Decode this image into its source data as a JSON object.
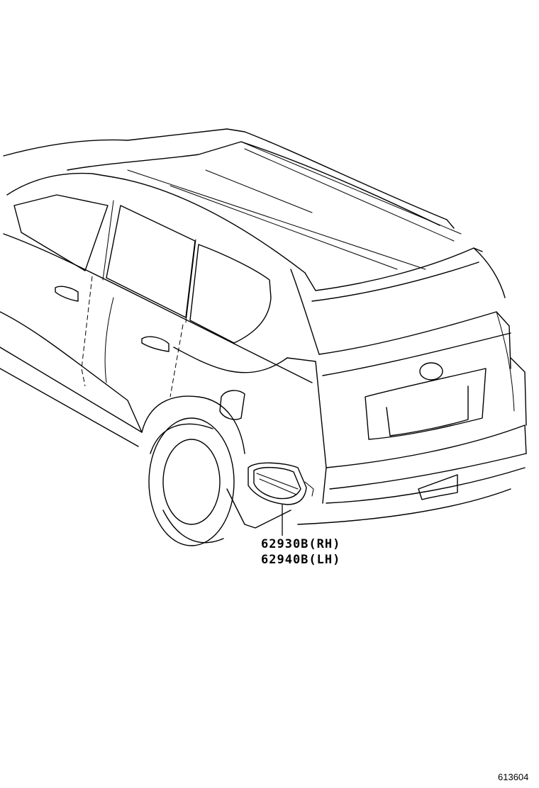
{
  "diagram": {
    "part_numbers": [
      {
        "code": "62930B(RH)"
      },
      {
        "code": "62940B(LH)"
      }
    ],
    "diagram_id": "613604"
  }
}
